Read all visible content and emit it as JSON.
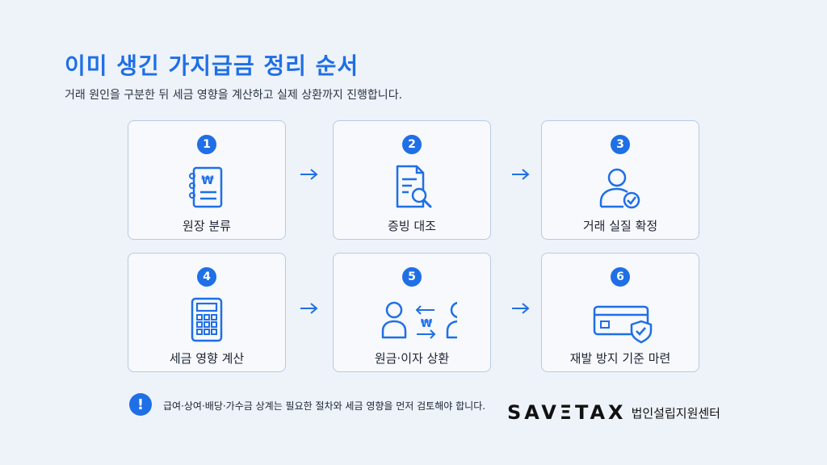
{
  "header": {
    "title": "이미 생긴 가지급금 정리 순서",
    "subtitle": "거래 원인을 구분한 뒤 세금 영향을 계산하고 실제 상환까지 진행합니다."
  },
  "steps": [
    {
      "number": "1",
      "label": "원장 분류",
      "icon": "ledger-won-icon"
    },
    {
      "number": "2",
      "label": "증빙 대조",
      "icon": "document-search-icon"
    },
    {
      "number": "3",
      "label": "거래 실질 확정",
      "icon": "person-check-icon"
    },
    {
      "number": "4",
      "label": "세금 영향 계산",
      "icon": "calculator-icon"
    },
    {
      "number": "5",
      "label": "원금·이자 상환",
      "icon": "money-exchange-icon"
    },
    {
      "number": "6",
      "label": "재발 방지 기준 마련",
      "icon": "card-shield-icon"
    }
  ],
  "note": {
    "icon_text": "!",
    "text": "급여·상여·배당·가수금 상계는 필요한 절차와 세금 영향을 먼저 검토해야 합니다."
  },
  "brand": {
    "logo": "SAVΞTAX",
    "sub": "법인설립지원센터"
  },
  "colors": {
    "accent": "#1f6fe6",
    "background": "#eef3fa",
    "card_border": "#b9c9e3"
  }
}
